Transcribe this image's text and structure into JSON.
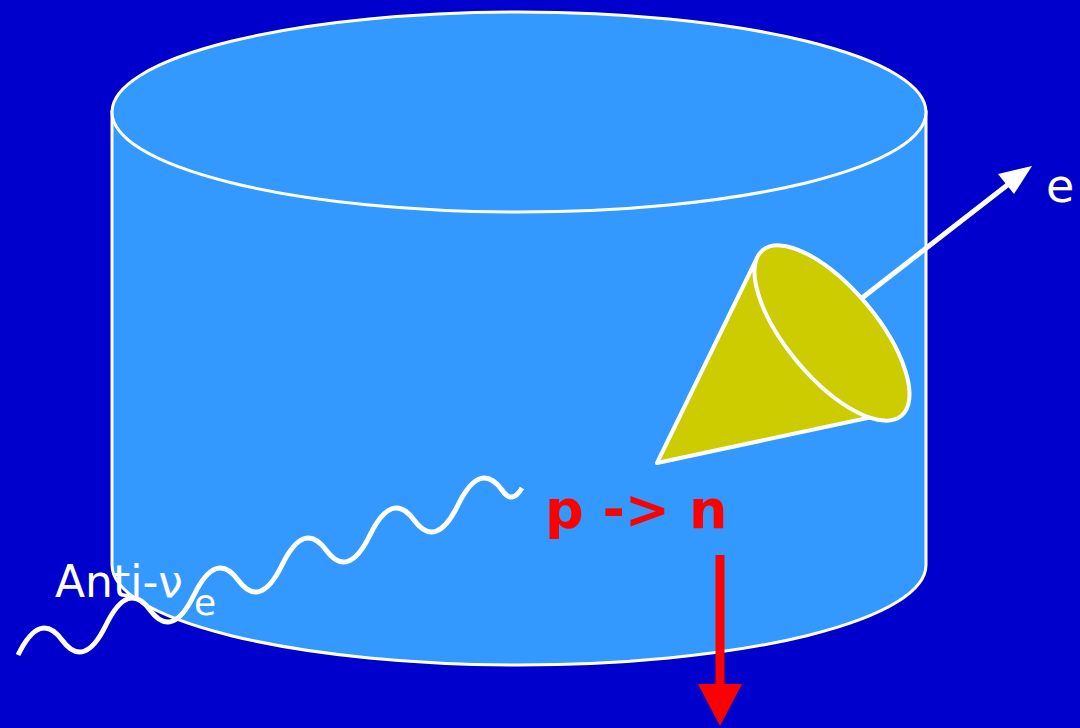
{
  "diagram": {
    "labels": [
      "Anti-ν",
      "e",
      "p -> n",
      "e"
    ]
  }
}
